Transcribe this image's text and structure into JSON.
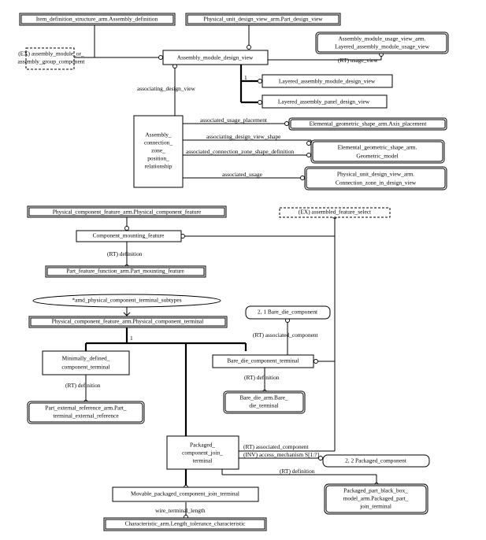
{
  "entities": {
    "item_def": "Item_definition_structure_arm.Assembly_definition",
    "phys_unit_part": "Physical_unit_design_view_arm.Part_design_view",
    "asm_usage_1": "Assembly_module_usage_view_arm.",
    "asm_usage_2": "Layered_assembly_module_usage_view",
    "ex_asm_group_1": "(EX) assembly_module_or_",
    "ex_asm_group_2": "assembly_group_component",
    "asm_module_design": "Assembly_module_design_view",
    "layered_asm_module": "Layered_assembly_module_design_view",
    "layered_asm_panel": "Layered_assembly_panel_design_view",
    "acz_1": "Assembly_",
    "acz_2": "connection_",
    "acz_3": "zone_",
    "acz_4": "position_",
    "acz_5": "relationship",
    "axis_placement": "Elemental_geometric_shape_arm.Axis_placement",
    "geom_model_1": "Elemental_geometric_shape_arm.",
    "geom_model_2": "Geometric_model",
    "conn_zone_1": "Physical_unit_design_view_arm.",
    "conn_zone_2": "Connection_zone_in_design_view",
    "pcf_feature": "Physical_component_feature_arm.Physical_component_feature",
    "ex_assembled": "(EX) assembled_feature_select",
    "cmf": "Component_mounting_feature",
    "part_mounting": "Part_feature_function_arm.Part_mounting_feature",
    "amd_subtypes": "*amd_physical_component_terminal_subtypes",
    "pcf_terminal": "Physical_component_feature_arm.Physical_component_terminal",
    "bare_die_ref": "2, 1 Bare_die_component",
    "min_def_1": "Minimally_defined_",
    "min_def_2": "component_terminal",
    "bare_die_terminal": "Bare_die_component_terminal",
    "part_ext_1": "Part_external_reference_arm.Part_",
    "part_ext_2": "terminal_external_reference",
    "bare_die_arm_1": "Bare_die_arm.Bare_",
    "bare_die_arm_2": "die_terminal",
    "pcjt_1": "Packaged_",
    "pcjt_2": "component_join_",
    "pcjt_3": "terminal",
    "packaged_comp_ref": "2, 2 Packaged_component",
    "movable": "Movable_packaged_component_join_terminal",
    "black_box_1": "Packaged_part_black_box_",
    "black_box_2": "model_arm.Packaged_part_",
    "black_box_3": "join_terminal",
    "length_tol": "Characteristic_arm.Length_tolerance_characteristic"
  },
  "labels": {
    "rt_usage_view": "(RT) usage_view",
    "one_a": "1",
    "associating_design_view": "associating_design_view",
    "associated_usage_placement": "associated_usage_placement",
    "associating_design_view_shape": "associating_design_view_shape",
    "associated_connection_zone_shape_definition": "associated_connection_zone_shape_definition",
    "associated_usage": "associated_usage",
    "rt_definition_cmf": "(RT) definition",
    "one_b": "1",
    "rt_associated_component_bd": "(RT) associated_component",
    "rt_definition_min": "(RT) definition",
    "rt_definition_bd": "(RT) definition",
    "rt_associated_component_pk": "(RT) associated_component",
    "inv_access": "(INV) access_mechanism S[1:?]",
    "rt_definition_pk": "(RT) definition",
    "wire_terminal_length": "wire_terminal_length"
  }
}
